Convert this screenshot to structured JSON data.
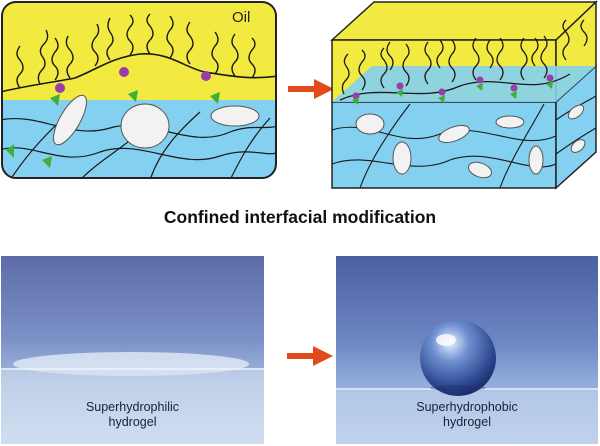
{
  "top_left": {
    "oil_label": "Oil"
  },
  "caption": "Confined interfacial modification",
  "photo_left": {
    "label_line1": "Superhydrophilic",
    "label_line2": "hydrogel"
  },
  "photo_right": {
    "label_line1": "Superhydrophobic",
    "label_line2": "hydrogel"
  },
  "colors": {
    "oil": "#f2ea40",
    "water": "#84d0f0",
    "arrow": "#e04a1c",
    "polymer": "#1a1a1a",
    "anchor": "#3fae3a",
    "head": "#9b3da8"
  }
}
